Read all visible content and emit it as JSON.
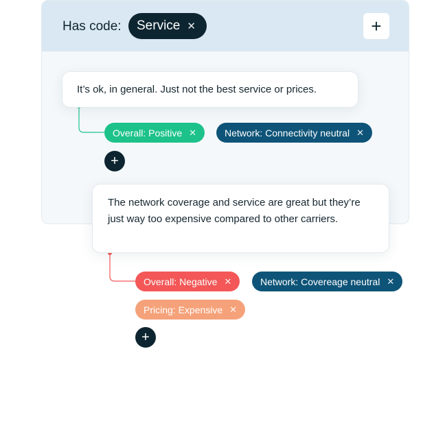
{
  "header": {
    "label": "Has code:",
    "code_chip": "Service",
    "add_icon": "plus-icon"
  },
  "comments": [
    {
      "text": "It’s ok, in general. Just not the best service or prices.",
      "connector_color": "#1dc28a",
      "tags": [
        {
          "label": "Overall: Positive",
          "color": "#1dc28a"
        },
        {
          "label": "Network: Connectivity neutral",
          "color": "#0e5478"
        }
      ]
    },
    {
      "text": "The network coverage and service are great but they’re just way too expensive compared to other carriers.",
      "connector_color": "#f35757",
      "tags": [
        {
          "label": "Overall: Negative",
          "color": "#f35757"
        },
        {
          "label": "Network: Covereage neutral",
          "color": "#0e5478"
        },
        {
          "label": "Pricing: Expensive",
          "color": "#f5a27a"
        }
      ]
    }
  ],
  "icons": {
    "remove": "close-icon",
    "add": "plus-icon"
  },
  "colors": {
    "header_bg": "#d9e8f2",
    "dark_chip": "#0d2530",
    "positive": "#1dc28a",
    "negative": "#f35757",
    "neutral": "#0e5478",
    "pricing": "#f5a27a"
  }
}
